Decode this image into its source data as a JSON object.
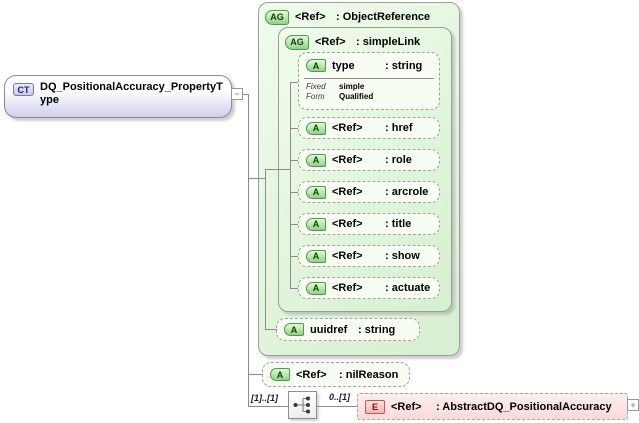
{
  "colors": {
    "group_fill": "#e2f5dc",
    "group_border": "#9c9c9c",
    "attribute_fill": "#f7fdf3",
    "badge_green": "#8fd484",
    "badge_green_border": "#4e9a4e",
    "element_fill": "#f8dada",
    "element_badge_border": "#c25858",
    "complex_type_fill": "#cfcfec",
    "connector_line": "#8c8c8c"
  },
  "complex_type": {
    "badge": "CT",
    "name": "DQ_PositionalAccuracy_PropertyType",
    "collapse_symbol": "−"
  },
  "object_reference_group": {
    "badge": "AG",
    "name": "<Ref>",
    "type": ": ObjectReference",
    "simple_link_group": {
      "badge": "AG",
      "name": "<Ref>",
      "type": ": simpleLink",
      "attributes": [
        {
          "badge": "A",
          "name": "type",
          "type": ": string",
          "facets": [
            {
              "label": "Fixed",
              "value": "simple"
            },
            {
              "label": "Form",
              "value": "Qualified"
            }
          ]
        },
        {
          "badge": "A",
          "name": "<Ref>",
          "type": ": href"
        },
        {
          "badge": "A",
          "name": "<Ref>",
          "type": ": role"
        },
        {
          "badge": "A",
          "name": "<Ref>",
          "type": ": arcrole"
        },
        {
          "badge": "A",
          "name": "<Ref>",
          "type": ": title"
        },
        {
          "badge": "A",
          "name": "<Ref>",
          "type": ": show"
        },
        {
          "badge": "A",
          "name": "<Ref>",
          "type": ": actuate"
        }
      ]
    },
    "uuidref_attribute": {
      "badge": "A",
      "name": "uuidref",
      "type": ": string"
    }
  },
  "nil_reason_attribute": {
    "badge": "A",
    "name": "<Ref>",
    "type": ": nilReason"
  },
  "sequence": {
    "cardinality": "[1]..[1]",
    "icon": "sequence-compositor",
    "element_cardinality": "0..[1]"
  },
  "element": {
    "badge": "E",
    "name": "<Ref>",
    "type": ": AbstractDQ_PositionalAccuracy",
    "expand_symbol": "+"
  }
}
